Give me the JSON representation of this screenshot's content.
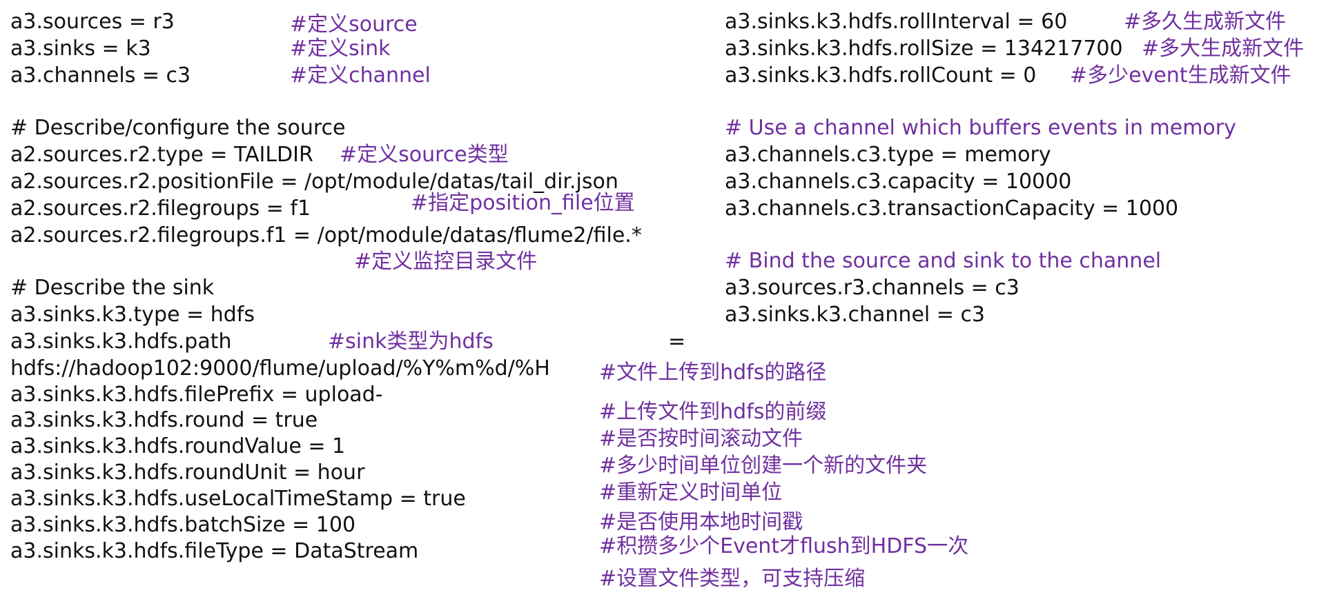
{
  "colors": {
    "config_text": "#111111",
    "comment_text": "#7030a0"
  },
  "left": {
    "lines": [
      "a3.sources = r3",
      "a3.sinks = k3",
      "a3.channels = c3",
      "# Describe/configure the source",
      "a2.sources.r2.type = TAILDIR",
      "a2.sources.r2.positionFile = /opt/module/datas/tail_dir.json",
      "a2.sources.r2.filegroups = f1",
      "a2.sources.r2.filegroups.f1 = /opt/module/datas/flume2/file.*",
      "# Describe the sink",
      "a3.sinks.k3.type = hdfs",
      "a3.sinks.k3.hdfs.path",
      "=",
      "hdfs://hadoop102:9000/flume/upload/%Y%m%d/%H",
      "a3.sinks.k3.hdfs.filePrefix = upload-",
      "a3.sinks.k3.hdfs.round = true",
      "a3.sinks.k3.hdfs.roundValue = 1",
      "a3.sinks.k3.hdfs.roundUnit = hour",
      "a3.sinks.k3.hdfs.useLocalTimeStamp = true",
      "a3.sinks.k3.hdfs.batchSize = 100",
      "a3.sinks.k3.hdfs.fileType = DataStream"
    ],
    "comments": [
      "#定义source",
      "#定义sink",
      "#定义channel",
      "#定义source类型",
      "#指定position_file位置",
      "#定义监控目录文件",
      "#sink类型为hdfs",
      "#文件上传到hdfs的路径",
      "#上传文件到hdfs的前缀",
      "#是否按时间滚动文件",
      "#多少时间单位创建一个新的文件夹",
      "#重新定义时间单位",
      "#是否使用本地时间戳",
      "#积攒多少个Event才flush到HDFS一次",
      "#设置文件类型，可支持压缩"
    ]
  },
  "right": {
    "lines": [
      "a3.sinks.k3.hdfs.rollInterval = 60",
      "a3.sinks.k3.hdfs.rollSize = 134217700",
      "a3.sinks.k3.hdfs.rollCount = 0",
      "# Use a channel which buffers events in memory",
      "a3.channels.c3.type = memory",
      "a3.channels.c3.capacity = 10000",
      "a3.channels.c3.transactionCapacity = 1000",
      "# Bind the source and sink to the channel",
      "a3.sources.r3.channels = c3",
      "a3.sinks.k3.channel = c3"
    ],
    "comments": [
      "#多久生成新文件",
      "#多大生成新文件",
      "#多少event生成新文件"
    ]
  }
}
